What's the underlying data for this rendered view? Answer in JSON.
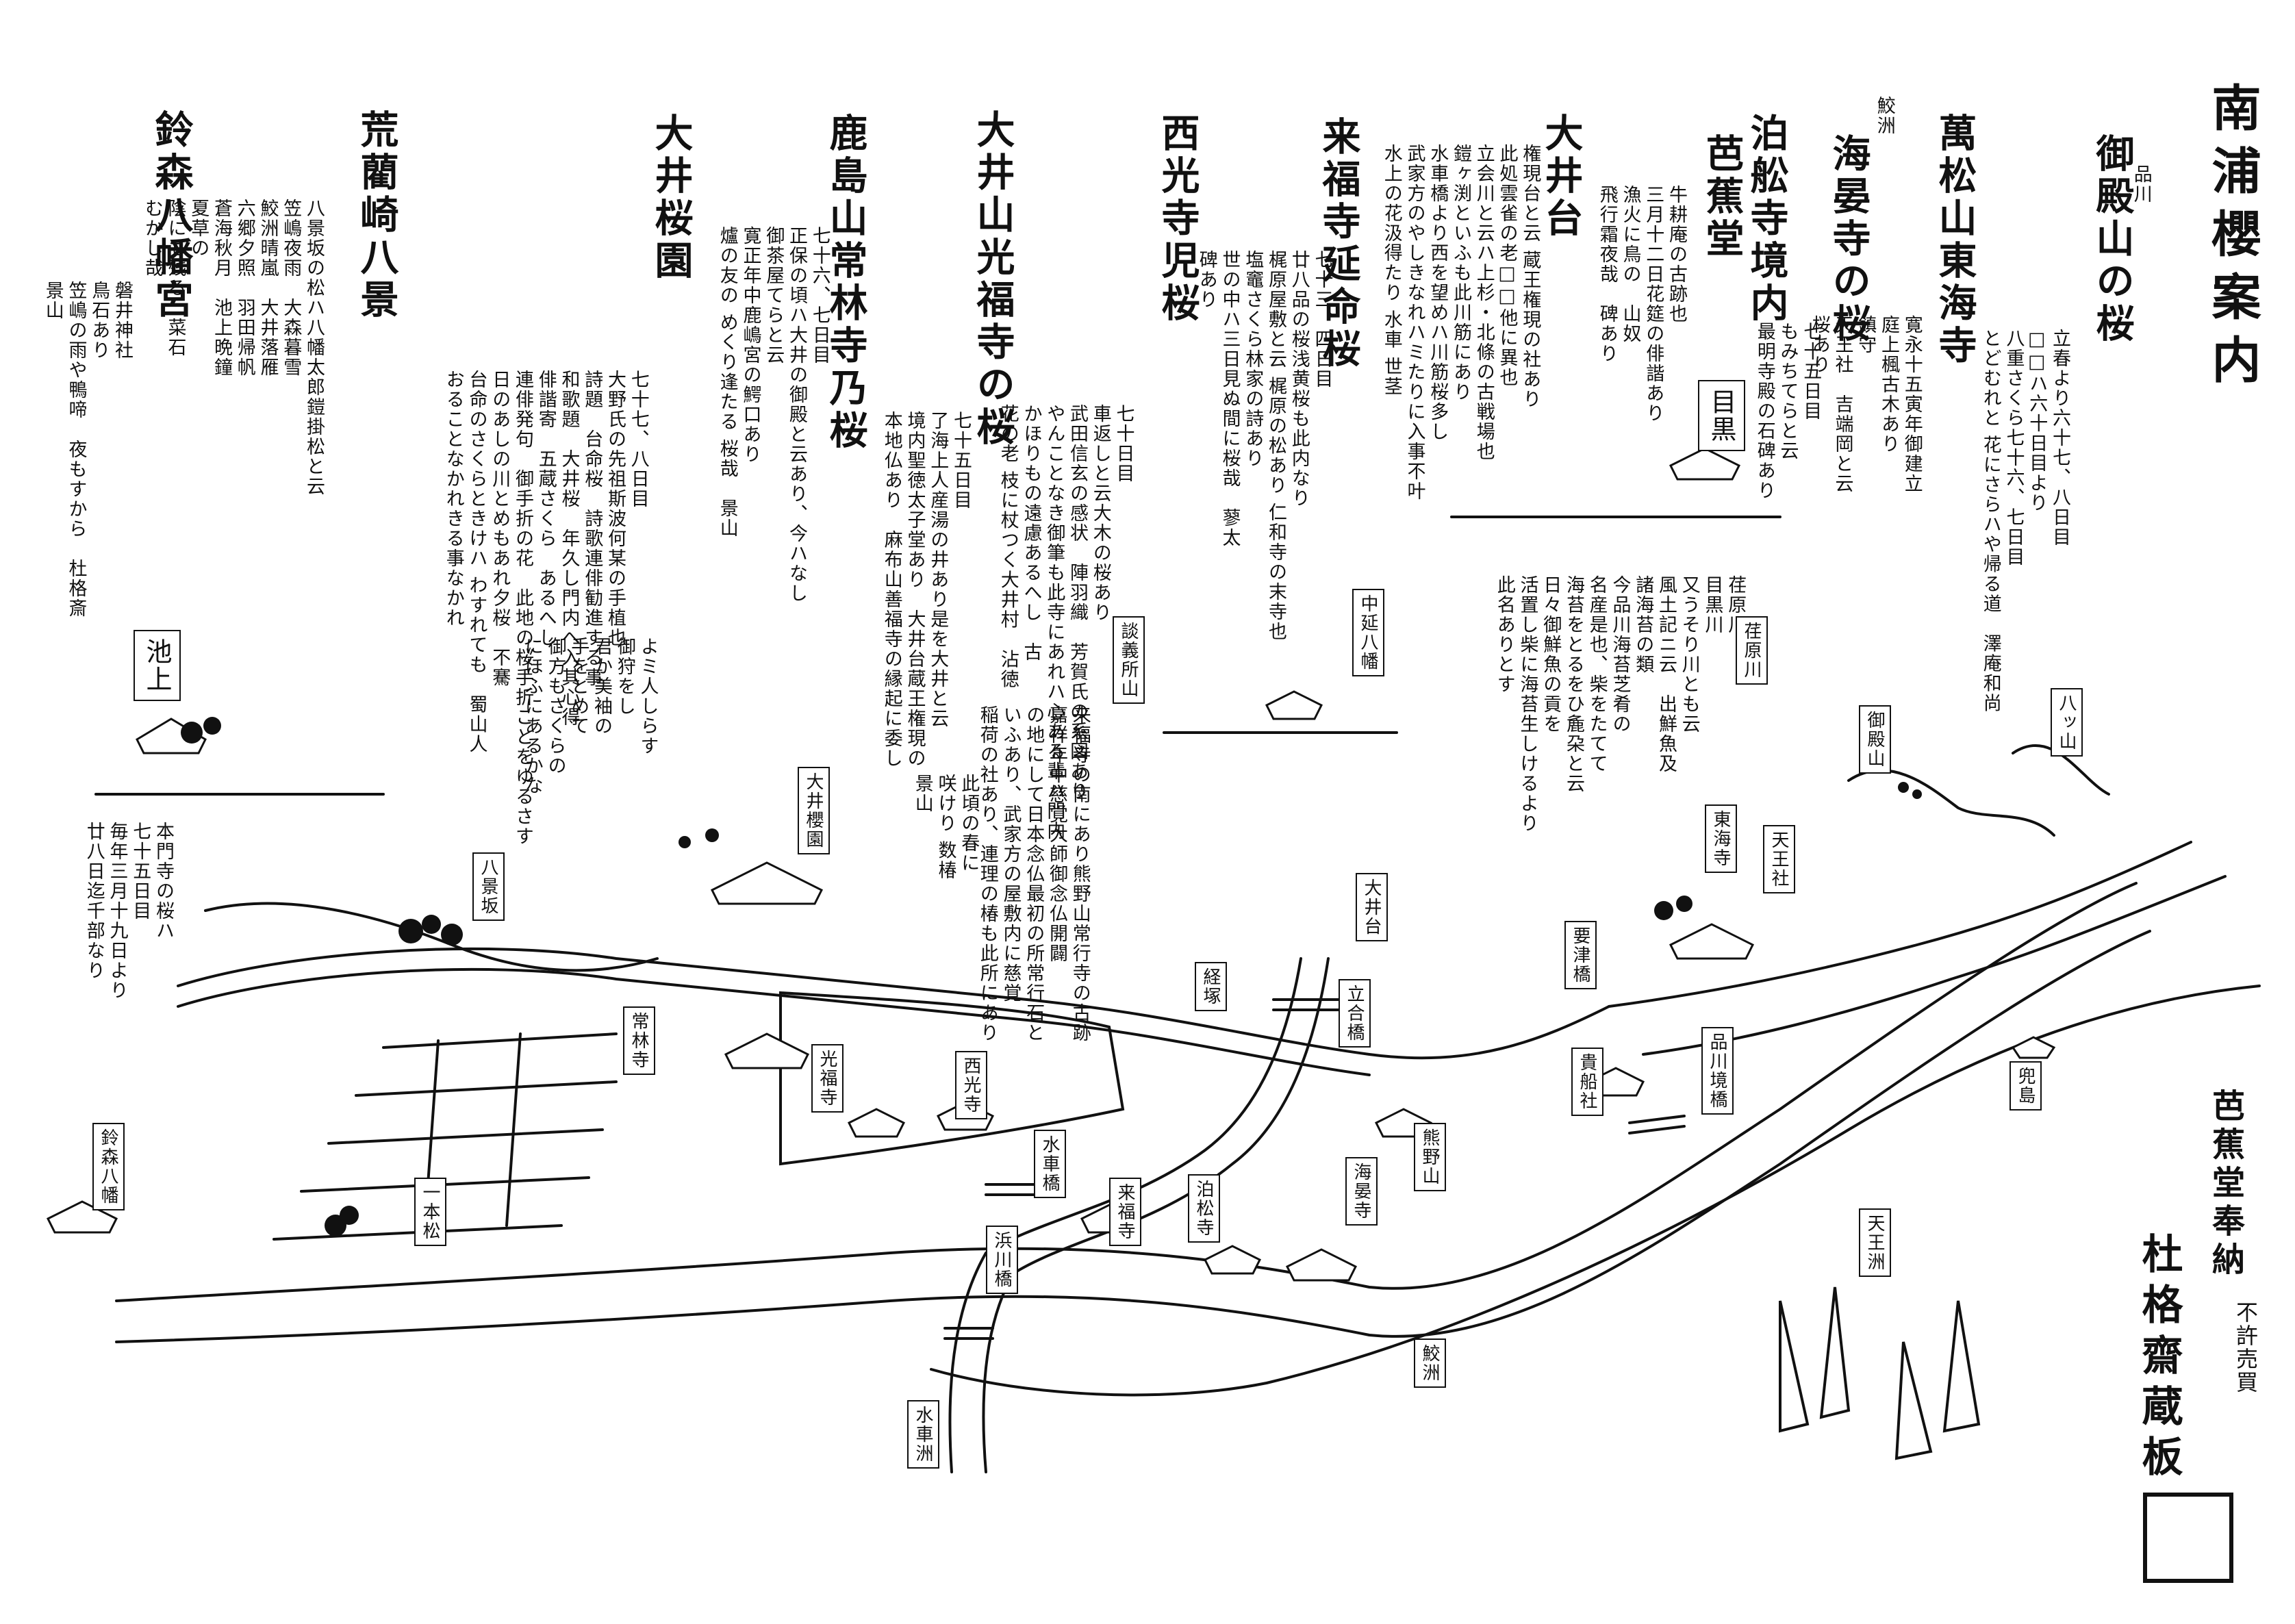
{
  "title": "南浦櫻案内",
  "entries": {
    "tokaiji": {
      "pre": "品川",
      "title": "御殿山の桜",
      "lines": "立春より六十七、八日目\n□□ハ六十日目より\n八重さくら七十六、七日目\nとどむれと 花にさらハや帰る道　澤庵和尚"
    },
    "tokaiji2": {
      "title": "萬松山東海寺",
      "lines": "寛永十五寅年御建立\n庭上楓古木あり\n鎮守\n天王社　吉端岡と云\n桜あり"
    },
    "kaianji": {
      "pre": "鮫洲",
      "title": "海晏寺の桜",
      "lines": "七十五日目\nもみちてらと云\n最明寺殿の石碑あり"
    },
    "hakusenji": {
      "title": "泊舩寺境内",
      "sub": "芭蕉堂",
      "lines": "牛耕庵の古跡也\n三月十二日花筵の俳諧あり\n漁火に鳥の　山奴\n飛行霜夜哉　碑あり"
    },
    "ooidai": {
      "title": "大井台",
      "lines": "権現台と云 蔵王権現の社あり\n此処雲雀の老□□他に異也\n立会川と云ハ上杉・北條の古戦場也\n鎧ヶ渕といふも此川筋にあり\n水車橋より西を望めハ川筋桜多し\n武家方のやしきなれハミたりに入事不叶\n水上の花汲得たり 水車 世茎"
    },
    "raifukuji": {
      "title": "来福寺延命桜",
      "lines": "七十三、四日目\n廿八品の桜浅黄桜も此内なり\n梶原屋敷と云 梶原の松あり 仁和寺の末寺也\n塩竈さくら林家の詩あり\n世の中ハ三日見ぬ間に桜哉　蓼太\n碑あり"
    },
    "saikoji": {
      "title": "西光寺児桜",
      "lines": "七十日目\n車返しと云大木の桜あり\n武田信玄の感状　陣羽織　芳賀氏の系図あり\nやんことなき御筆も此寺にあれハ心ある輩ハ門内\nかほりもの遠慮あるへし　古\n花の老 枝に杖つく大井村　沾徳"
    },
    "kofukuji": {
      "title": "大井山光福寺の桜",
      "lines": "七十五日目\n了海上人産湯の井あり是を大井と云\n境内聖徳太子堂あり　大井台蔵王権現の\n本地仏あり　麻布山善福寺の縁起に委し"
    },
    "joringji": {
      "title": "鹿島山常林寺乃桜",
      "lines": "七十六、七日目\n正保の頃ハ大井の御殿と云あり、今ハなし\n御茶屋てらと云\n寛正年中鹿嶋宮の鰐口あり\n爐の友の めくり逢たる 桜哉　景山"
    },
    "ooisakuraen": {
      "title": "大井桜園",
      "lines": "七十七、八日目\n大野氏の先祖斯波何某の手植也\n詩題　台命桜　詩歌連俳勧進する事\n和歌題　大井桜　年久し門内へ入其心得\n俳諧寄　五蔵さくら　あるへし\n連俳発句　御手折の花　此地の桜手折ことをゆるさす\n日のあしの川とめもあれ夕桜　不騫\n台命のさくらときけハ わすれても　蜀山人\nおることなかれきる事なかれ"
    },
    "arairagi": {
      "title": "荒藺崎八景",
      "lines": "八景坂の松ハ八幡太郎鎧掛松と云\n笠嶋夜雨　大森暮雪\n鮫洲晴嵐　大井落雁\n六郷夕照　羽田帰帆\n蒼海秋月　池上晩鐘\n夏草の\n陰にも残る　菜石\nむかし哉"
    },
    "suzumori": {
      "title": "鈴森八幡宮",
      "lines": "磐井神社\n鳥石あり\n笠嶋の雨や鴨啼　夜もすから　杜格斎\n景山"
    },
    "shinagawa_nori": {
      "lines": "荏原川\n目黒川\n又うそり川とも云\n風土記ニ云　出鮮魚及\n諸海苔の類\n今品川海苔芝肴の\n名産是也、柴をたてて\n海苔をとるをひ麁朶と云\n日々御鮮魚の貢を\n活置し柴に海苔生しけるより\n此名ありとす"
    },
    "kumano": {
      "lines": "来福寺の南にあり熊野山常行寺の古跡\n嘉祥年中慈覚大師御念仏開闢\nの地にして日本念仏最初の所常行石と\nいふあり、武家方の屋敷内に慈覚\n稲荷の社あり、連理の椿も此所にあり"
    },
    "tsubaki": {
      "lines": "此頃の春に\n咲けり 数椿\n景山"
    },
    "mikari": {
      "lines": "よミ人しらす\n御狩をし\n君か美袖の\n手をとめて\n御方もさくらの\nにほふにあるかな"
    },
    "honmonji": {
      "lines": "本門寺の桜ハ\n七十五日目\n毎年三月十九日より\n廿八日迄千部なり"
    },
    "signature": {
      "line1": "芭蕉堂奉納",
      "line2": "杜格齋蔵板",
      "note": "不許売買"
    }
  },
  "labels": {
    "ikegami": "池上",
    "hakkeizaka": "八景坂",
    "suzumori_hachiman": "鈴森八幡",
    "ipponmatsu": "一本松",
    "ooisakuraen": "大井櫻園",
    "danginsho": "談義所山",
    "nakanobu": "中延八幡",
    "meguro": "目黒",
    "ebara": "荏原川",
    "gotenyama": "御殿山",
    "yatsuyama": "八ッ山",
    "tokaiji": "東海寺",
    "tennosha": "天王社",
    "ooidai": "大井台",
    "tachiai": "立合橋",
    "kyozuka": "経塚",
    "joringji": "常林寺",
    "kofukuji": "光福寺",
    "saikoji": "西光寺",
    "suisha": "水車橋",
    "raifukuji": "来福寺",
    "hakusen": "泊松寺",
    "kumanoyama": "熊野山",
    "kaian": "海晏寺",
    "kifune": "貴船社",
    "shinagawa_bridge": "品川境橋",
    "kabutojima": "兜島",
    "tennosu": "天王洲",
    "samezu": "鮫洲",
    "hamakawa": "浜川橋",
    "suishasu": "水車洲",
    "hisatsu": "要津橋"
  }
}
